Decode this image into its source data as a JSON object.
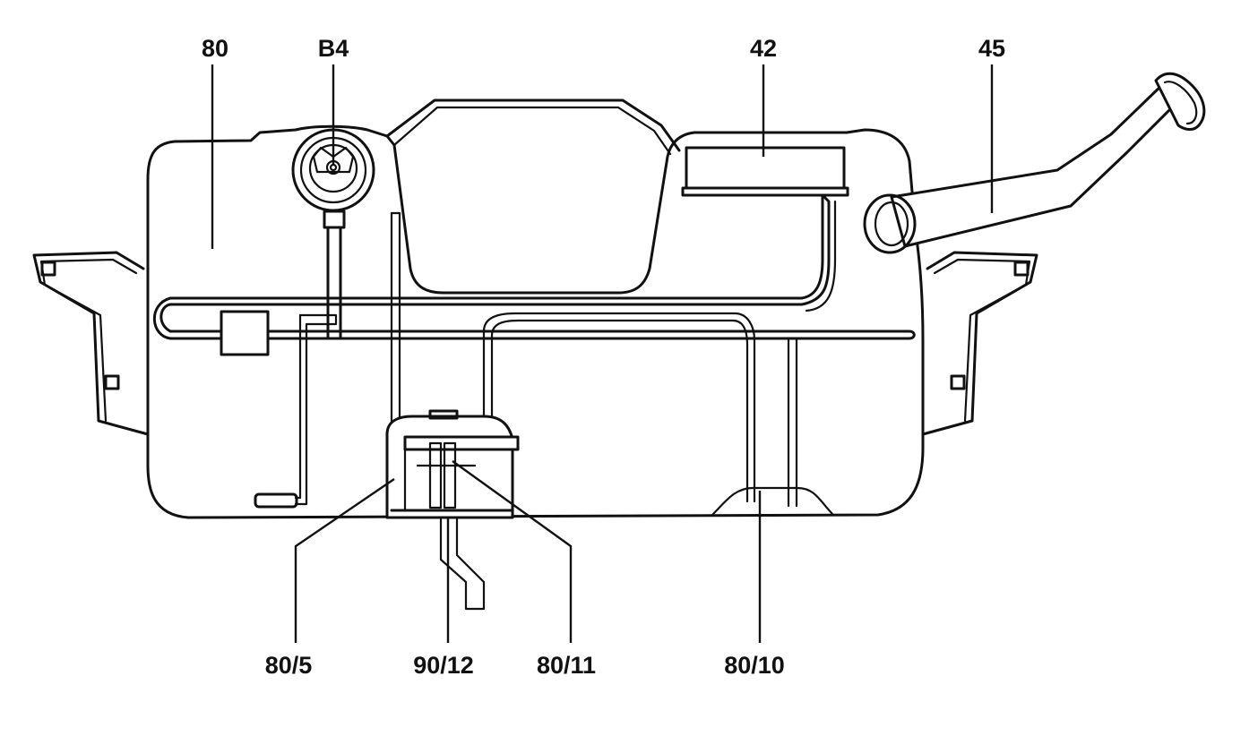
{
  "labels": {
    "tank": "80",
    "sender": "B4",
    "canister": "42",
    "filler_neck": "45",
    "pump_module": "80/5",
    "line_9012": "90/12",
    "line_8011": "80/11",
    "line_8010": "80/10"
  },
  "colors": {
    "line": "#111111",
    "background": "#ffffff"
  }
}
